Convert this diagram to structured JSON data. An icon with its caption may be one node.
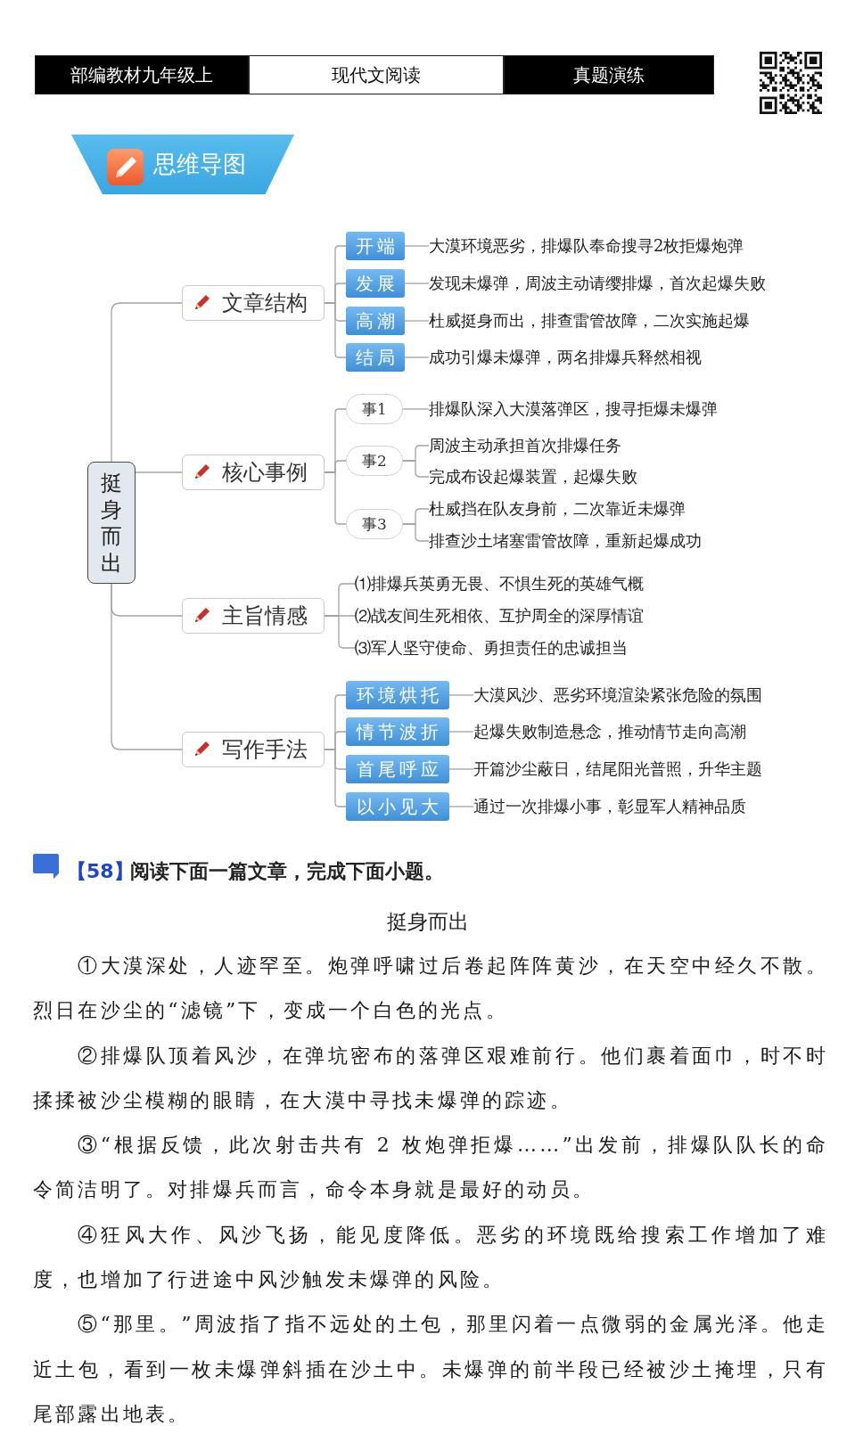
{
  "diagram": {
    "nodes": [
      {
        "text": [
          "挺身而出"
        ]
      },
      {
        "text": [
          "文章结构"
        ]
      },
      {
        "text": [
          "开端"
        ]
      },
      {
        "text": [
          "大漠环境恶劣，排爆队奉命搜寻2枚拒爆炮弹"
        ]
      },
      {
        "text": [
          "发展"
        ]
      },
      {
        "text": [
          "发现未爆弹，周波主动请缨排爆，首次起爆失败"
        ]
      },
      {
        "text": [
          "高潮"
        ]
      },
      {
        "text": [
          "杜威挺身而出，排查雷管故障，二次实施起爆"
        ]
      },
      {
        "text": [
          "结局"
        ]
      },
      {
        "text": [
          "成功引爆未爆弹，两名排爆兵释然相视"
        ]
      },
      {
        "text": [
          "核心事例"
        ]
      },
      {
        "text": [
          "事1"
        ]
      },
      {
        "text": [
          "排爆队深入大漠落弹区，搜寻拒爆未爆弹"
        ]
      },
      {
        "text": [
          "事2"
        ]
      },
      {
        "text": [
          "周波主动承担首次排爆任务"
        ]
      },
      {
        "text": [
          "完成布设起爆装置，起爆失败"
        ]
      },
      {
        "text": [
          "事3"
        ]
      },
      {
        "text": [
          "杜威挡在队友身前，二次靠近未爆弹"
        ]
      },
      {
        "text": [
          "排查沙土堵塞雷管故障，重新起爆成功"
        ]
      },
      {
        "text": [
          "主旨情感"
        ]
      },
      {
        "text": [
          "⑴排爆兵英勇无畏、不惧生死的英雄气概"
        ]
      },
      {
        "text": [
          "⑵战友间生死相依、互护周全的深厚情谊"
        ]
      },
      {
        "text": [
          "⑶军人坚守使命、勇担责任的忠诚担当"
        ]
      },
      {
        "text": [
          "写作手法"
        ]
      },
      {
        "text": [
          "环境烘托"
        ]
      },
      {
        "text": [
          "大漠风沙、恶劣环境渲染紧张危险的氛围"
        ]
      },
      {
        "text": [
          "情节波折"
        ]
      },
      {
        "text": [
          "起爆失败制造悬念，推动情节走向高潮"
        ]
      },
      {
        "text": [
          "首尾呼应"
        ]
      },
      {
        "text": [
          "开篇沙尘蔽日，结尾阳光普照，升华主题"
        ]
      },
      {
        "text": [
          "以小见大"
        ]
      },
      {
        "text": [
          "通过一次排爆小事，彰显军人精神品质"
        ]
      }
    ],
    "edges": [
      {
        "from": 0,
        "to": 1,
        "arrow": "none"
      },
      {
        "from": 0,
        "to": 10,
        "arrow": "none"
      },
      {
        "from": 0,
        "to": 19,
        "arrow": "none"
      },
      {
        "from": 0,
        "to": 23,
        "arrow": "none"
      },
      {
        "from": 1,
        "to": 2,
        "arrow": "none"
      },
      {
        "from": 1,
        "to": 4,
        "arrow": "none"
      },
      {
        "from": 1,
        "to": 6,
        "arrow": "none"
      },
      {
        "from": 1,
        "to": 8,
        "arrow": "none"
      },
      {
        "from": 2,
        "to": 3,
        "arrow": "none"
      },
      {
        "from": 4,
        "to": 5,
        "arrow": "none"
      },
      {
        "from": 6,
        "to": 7,
        "arrow": "none"
      },
      {
        "from": 8,
        "to": 9,
        "arrow": "none"
      },
      {
        "from": 10,
        "to": 11,
        "arrow": "none"
      },
      {
        "from": 10,
        "to": 13,
        "arrow": "none"
      },
      {
        "from": 10,
        "to": 16,
        "arrow": "none"
      },
      {
        "from": 11,
        "to": 12,
        "arrow": "none"
      },
      {
        "from": 13,
        "to": 14,
        "arrow": "none"
      },
      {
        "from": 13,
        "to": 15,
        "arrow": "none"
      },
      {
        "from": 16,
        "to": 17,
        "arrow": "none"
      },
      {
        "from": 16,
        "to": 18,
        "arrow": "none"
      },
      {
        "from": 19,
        "to": 20,
        "arrow": "none"
      },
      {
        "from": 19,
        "to": 21,
        "arrow": "none"
      },
      {
        "from": 19,
        "to": 22,
        "arrow": "none"
      },
      {
        "from": 23,
        "to": 24,
        "arrow": "none"
      },
      {
        "from": 23,
        "to": 26,
        "arrow": "none"
      },
      {
        "from": 23,
        "to": 28,
        "arrow": "none"
      },
      {
        "from": 23,
        "to": 30,
        "arrow": "none"
      },
      {
        "from": 24,
        "to": 25,
        "arrow": "none"
      },
      {
        "from": 26,
        "to": 27,
        "arrow": "none"
      },
      {
        "from": 28,
        "to": 29,
        "arrow": "none"
      },
      {
        "from": 30,
        "to": 31,
        "arrow": "none"
      }
    ],
    "labels": [
      "部编教材九年级上",
      "现代文阅读",
      "真题演练",
      "思维导图",
      "【58】",
      "阅读下面一篇文章，完成下面小题。",
      "挺身而出",
      "①大漠深处，人迹罕至。炮弹呼啸过后卷起阵阵黄沙，在天空中经久不散。烈日在沙尘的“滤镜”下，变成一个白色的光点。",
      "②排爆队顶着风沙，在弹坑密布的落弹区艰难前行。他们裹着面巾，时不时揉揉被沙尘模糊的眼睛，在大漠中寻找未爆弹的踪迹。",
      "③“根据反馈，此次射击共有 2 枚炮弹拒爆……”出发前，排爆队队长的命令简洁明了。对排爆兵而言，命令本身就是最好的动员。",
      "④狂风大作、风沙飞扬，能见度降低。恶劣的环境既给搜索工作增加了难度，也增加了行进途中风沙触发未爆弹的风险。",
      "⑤“那里。”周波指了指不远处的土包，那里闪着一点微弱的金属光泽。他走近土包，看到一枚未爆弹斜插在沙土中。未爆弹的前半段已经被沙土掩埋，只有尾部露出地表。"
    ]
  }
}
